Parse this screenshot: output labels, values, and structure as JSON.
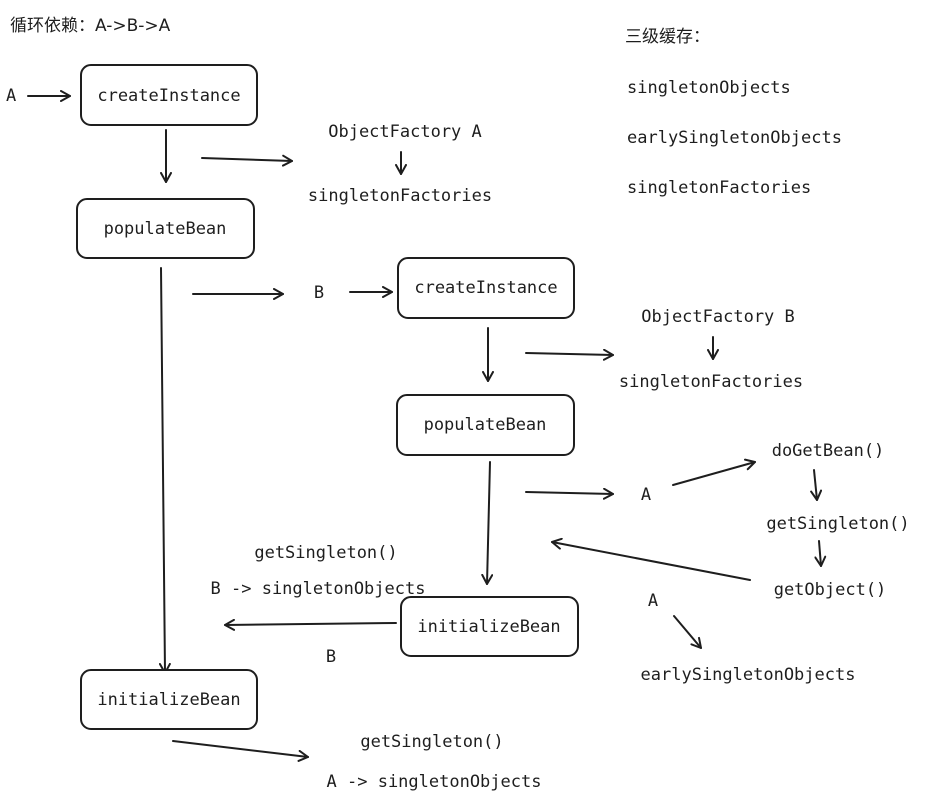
{
  "title": "循环依赖：A->B->A",
  "cache": {
    "heading": "三级缓存：",
    "items": [
      "singletonObjects",
      "earlySingletonObjects",
      "singletonFactories"
    ]
  },
  "boxes": {
    "a_create": "createInstance",
    "a_populate": "populateBean",
    "a_initialize": "initializeBean",
    "b_create": "createInstance",
    "b_populate": "populateBean",
    "b_initialize": "initializeBean"
  },
  "labels": {
    "a_input": "A",
    "a_object_factory": "ObjectFactory A",
    "a_singleton_factories": "singletonFactories",
    "b_input": "B",
    "b_object_factory": "ObjectFactory B",
    "b_singleton_factories": "singletonFactories",
    "b_needs_a": "A",
    "do_get_bean": "doGetBean()",
    "get_singleton_1": "getSingleton()",
    "get_object": "getObject()",
    "a_early": "A",
    "early_singleton_objects": "earlySingletonObjects",
    "b_get_singleton": "getSingleton()",
    "b_to_singleton_objects": "B -> singletonObjects",
    "b_result": "B",
    "a_get_singleton": "getSingleton()",
    "a_to_singleton_objects": "A -> singletonObjects"
  }
}
